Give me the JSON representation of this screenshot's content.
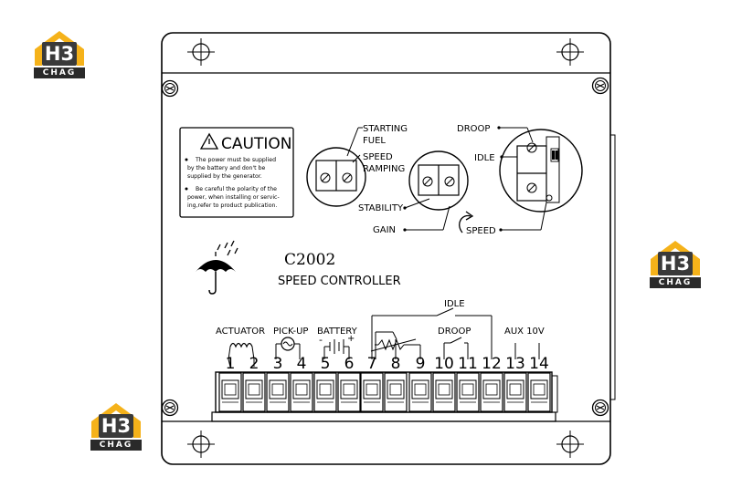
{
  "caution": {
    "title": "CAUTION",
    "note1_l1": "The power must be supplied",
    "note1_l2": "by the battery and don't be",
    "note1_l3": "supplied by the generator.",
    "note2_l1": "Be careful the polarity of the",
    "note2_l2": "power, when installing or servic-",
    "note2_l3": "ing,refer to product publication."
  },
  "model": "C2002",
  "product": "SPEED CONTROLLER",
  "pots": {
    "starting": "STARTING",
    "fuel": "FUEL",
    "speed_ramp1": "SPEED",
    "speed_ramp2": "RAMPING",
    "stability": "STABILITY",
    "gain": "GAIN",
    "droop": "DROOP",
    "idle": "IDLE",
    "speed": "SPEED"
  },
  "terminals": {
    "groups": {
      "actuator": "ACTUATOR",
      "pickup": "PICK-UP",
      "battery": "BATTERY",
      "idle": "IDLE",
      "droop": "DROOP",
      "aux": "AUX 10V"
    },
    "polarity_minus": "-",
    "polarity_plus": "+",
    "numbers": [
      "1",
      "2",
      "3",
      "4",
      "5",
      "6",
      "7",
      "8",
      "9",
      "10",
      "11",
      "12",
      "13",
      "14"
    ]
  },
  "logo": {
    "mark": "H3",
    "sub": "CHAG"
  }
}
